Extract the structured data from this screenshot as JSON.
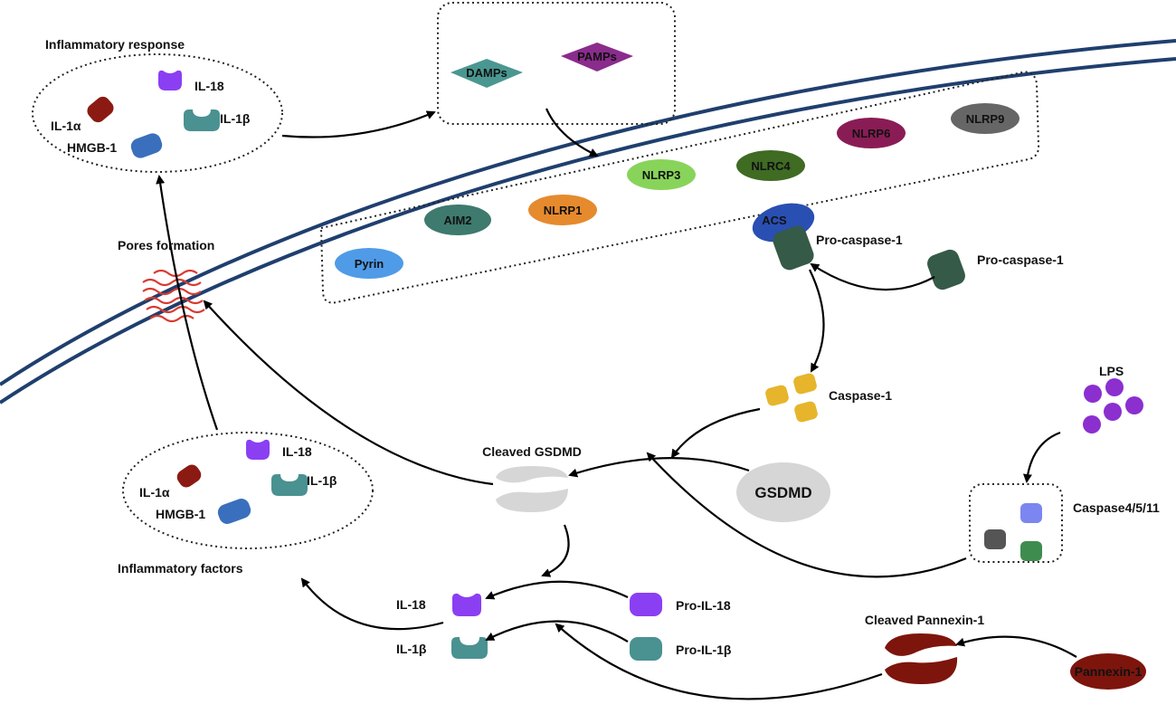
{
  "colors": {
    "membrane": "#1f3f6e",
    "il18": "#8b3ff2",
    "il1b": "#4a9191",
    "il1a": "#8b1a12",
    "hmgb1": "#3a6fbd",
    "damps": "#4a9791",
    "pamps": "#8a2c8c",
    "pyrin": "#4f9be8",
    "aim2": "#3e7a6e",
    "nlrp1": "#e68a2e",
    "nlrp3": "#88d45a",
    "nlrc4": "#3f6b23",
    "nlrp6": "#8a1c55",
    "nlrp9": "#666666",
    "acs": "#2a4fb3",
    "procaspase1": "#355a47",
    "caspase1": "#e6b52c",
    "lps": "#8b2fcf",
    "gsdmd": "#d6d6d6",
    "pannexin": "#7d150d",
    "pores": "#d93a30"
  },
  "icons": [
    "pore-icon",
    "cytokine-icon",
    "pill-icon",
    "diamond-icon",
    "arrow-icon"
  ],
  "labels": {
    "inflammatory_response": "Inflammatory response",
    "pores_formation": "Pores formation",
    "inflammatory_factors": "Inflammatory factors",
    "il18": "IL-18",
    "il1b": "IL-1β",
    "il1a": "IL-1α",
    "hmgb1": "HMGB-1",
    "damps": "DAMPs",
    "pamps": "PAMPs",
    "pyrin": "Pyrin",
    "aim2": "AIM2",
    "nlrp1": "NLRP1",
    "nlrp3": "NLRP3",
    "nlrc4": "NLRC4",
    "nlrp6": "NLRP6",
    "nlrp9": "NLRP9",
    "acs": "ACS",
    "pro_caspase1": "Pro-caspase-1",
    "caspase1": "Caspase-1",
    "lps": "LPS",
    "caspase4511": "Caspase4/5/11",
    "cleaved_gsdmd": "Cleaved GSDMD",
    "gsdmd": "GSDMD",
    "pro_il18": "Pro-IL-18",
    "pro_il1b": "Pro-IL-1β",
    "cleaved_pannexin1": "Cleaved Pannexin-1",
    "pannexin1": "Pannexin-1"
  }
}
